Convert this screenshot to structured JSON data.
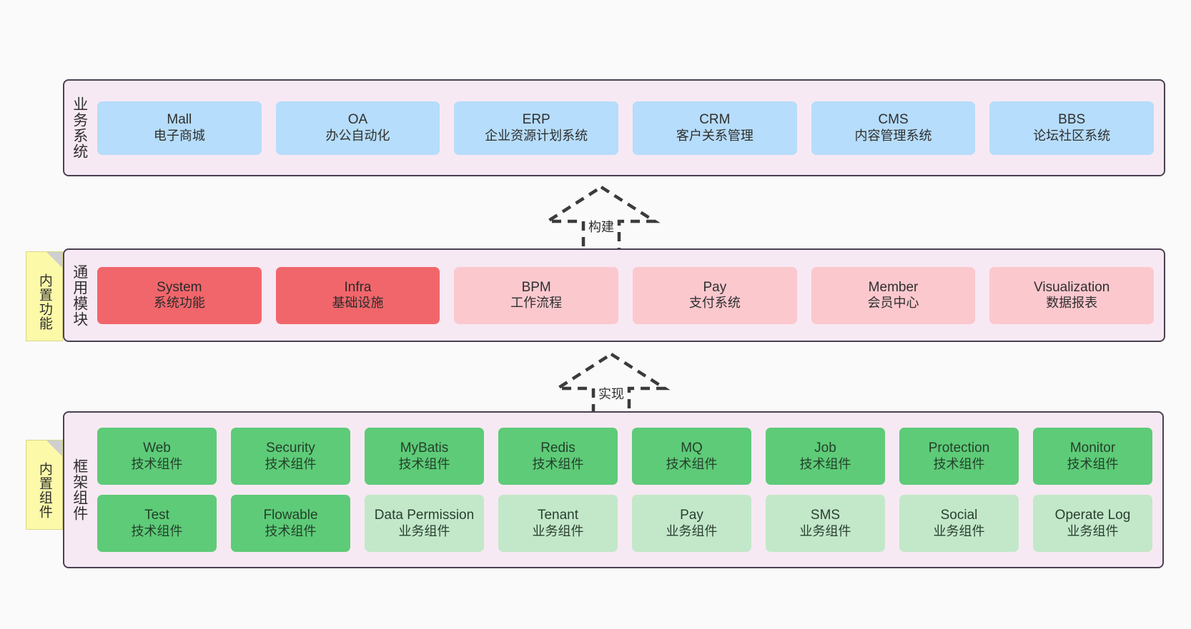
{
  "diagram": {
    "title": "",
    "background": "#fafafa",
    "colors": {
      "layer_fill": "#f7e9f3",
      "layer_border": "#4a4152",
      "business_card": "#b6ddfb",
      "module_core": "#f1666b",
      "module_optional": "#fbc8ce",
      "tech_component": "#5ecb78",
      "business_component": "#c2e8c9",
      "note_fill": "#fcfaa8",
      "note_fold": "#cfcfcf"
    }
  },
  "layers": [
    {
      "id": "business",
      "label": "业务系统",
      "rows": [
        [
          {
            "name": "Mall",
            "desc": "电子商城"
          },
          {
            "name": "OA",
            "desc": "办公自动化"
          },
          {
            "name": "ERP",
            "desc": "企业资源计划系统"
          },
          {
            "name": "CRM",
            "desc": "客户关系管理"
          },
          {
            "name": "CMS",
            "desc": "内容管理系统"
          },
          {
            "name": "BBS",
            "desc": "论坛社区系统"
          }
        ]
      ]
    },
    {
      "id": "common",
      "label": "通用模块",
      "rows": [
        [
          {
            "name": "System",
            "desc": "系统功能"
          },
          {
            "name": "Infra",
            "desc": "基础设施"
          },
          {
            "name": "BPM",
            "desc": "工作流程"
          },
          {
            "name": "Pay",
            "desc": "支付系统"
          },
          {
            "name": "Member",
            "desc": "会员中心"
          },
          {
            "name": "Visualization",
            "desc": "数据报表"
          }
        ]
      ]
    },
    {
      "id": "frame",
      "label": "框架组件",
      "rows": [
        [
          {
            "name": "Web",
            "desc": "技术组件"
          },
          {
            "name": "Security",
            "desc": "技术组件"
          },
          {
            "name": "MyBatis",
            "desc": "技术组件"
          },
          {
            "name": "Redis",
            "desc": "技术组件"
          },
          {
            "name": "MQ",
            "desc": "技术组件"
          },
          {
            "name": "Job",
            "desc": "技术组件"
          },
          {
            "name": "Protection",
            "desc": "技术组件"
          },
          {
            "name": "Monitor",
            "desc": "技术组件"
          }
        ],
        [
          {
            "name": "Test",
            "desc": "技术组件"
          },
          {
            "name": "Flowable",
            "desc": "技术组件"
          },
          {
            "name": "Data Permission",
            "desc": "业务组件"
          },
          {
            "name": "Tenant",
            "desc": "业务组件"
          },
          {
            "name": "Pay",
            "desc": "业务组件"
          },
          {
            "name": "SMS",
            "desc": "业务组件"
          },
          {
            "name": "Social",
            "desc": "业务组件"
          },
          {
            "name": "Operate Log",
            "desc": "业务组件"
          }
        ]
      ]
    }
  ],
  "notes": [
    {
      "id": "note-common",
      "label": "内置功能"
    },
    {
      "id": "note-frame",
      "label": "内置组件"
    }
  ],
  "connectors": [
    {
      "id": "arrow-build",
      "label": "构建",
      "style": "dashed-generalization",
      "from": "通用模块",
      "to": "业务系统"
    },
    {
      "id": "arrow-impl",
      "label": "实现",
      "style": "dashed-generalization",
      "from": "框架组件",
      "to": "通用模块"
    }
  ]
}
